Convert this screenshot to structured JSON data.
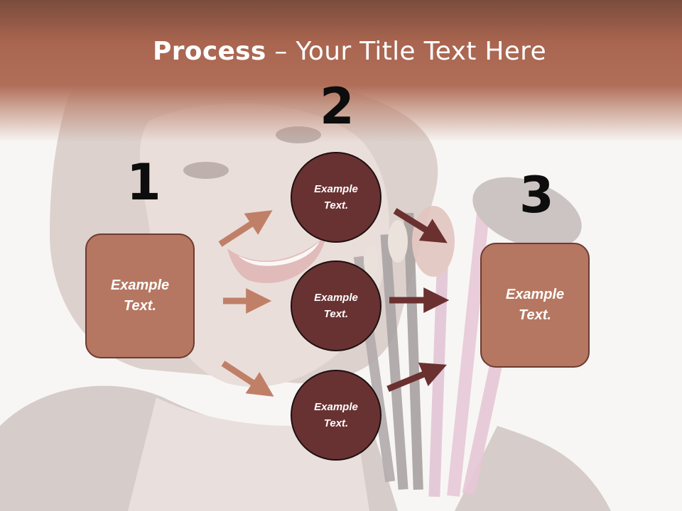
{
  "title": {
    "bold": "Process",
    "rest": " – Your Title Text Here"
  },
  "steps": [
    {
      "number": "1",
      "text_line1": "Example",
      "text_line2": "Text."
    },
    {
      "number": "2"
    },
    {
      "number": "3",
      "text_line1": "Example",
      "text_line2": "Text."
    }
  ],
  "circles": [
    {
      "text_line1": "Example",
      "text_line2": "Text."
    },
    {
      "text_line1": "Example",
      "text_line2": "Text."
    },
    {
      "text_line1": "Example",
      "text_line2": "Text."
    }
  ],
  "colors": {
    "title_band": "#a9654f",
    "box_fill": "#b57761",
    "box_border": "#6e3b31",
    "circle_fill": "#693232",
    "arrow_light": "#c08068",
    "arrow_dark": "#6b3030"
  }
}
